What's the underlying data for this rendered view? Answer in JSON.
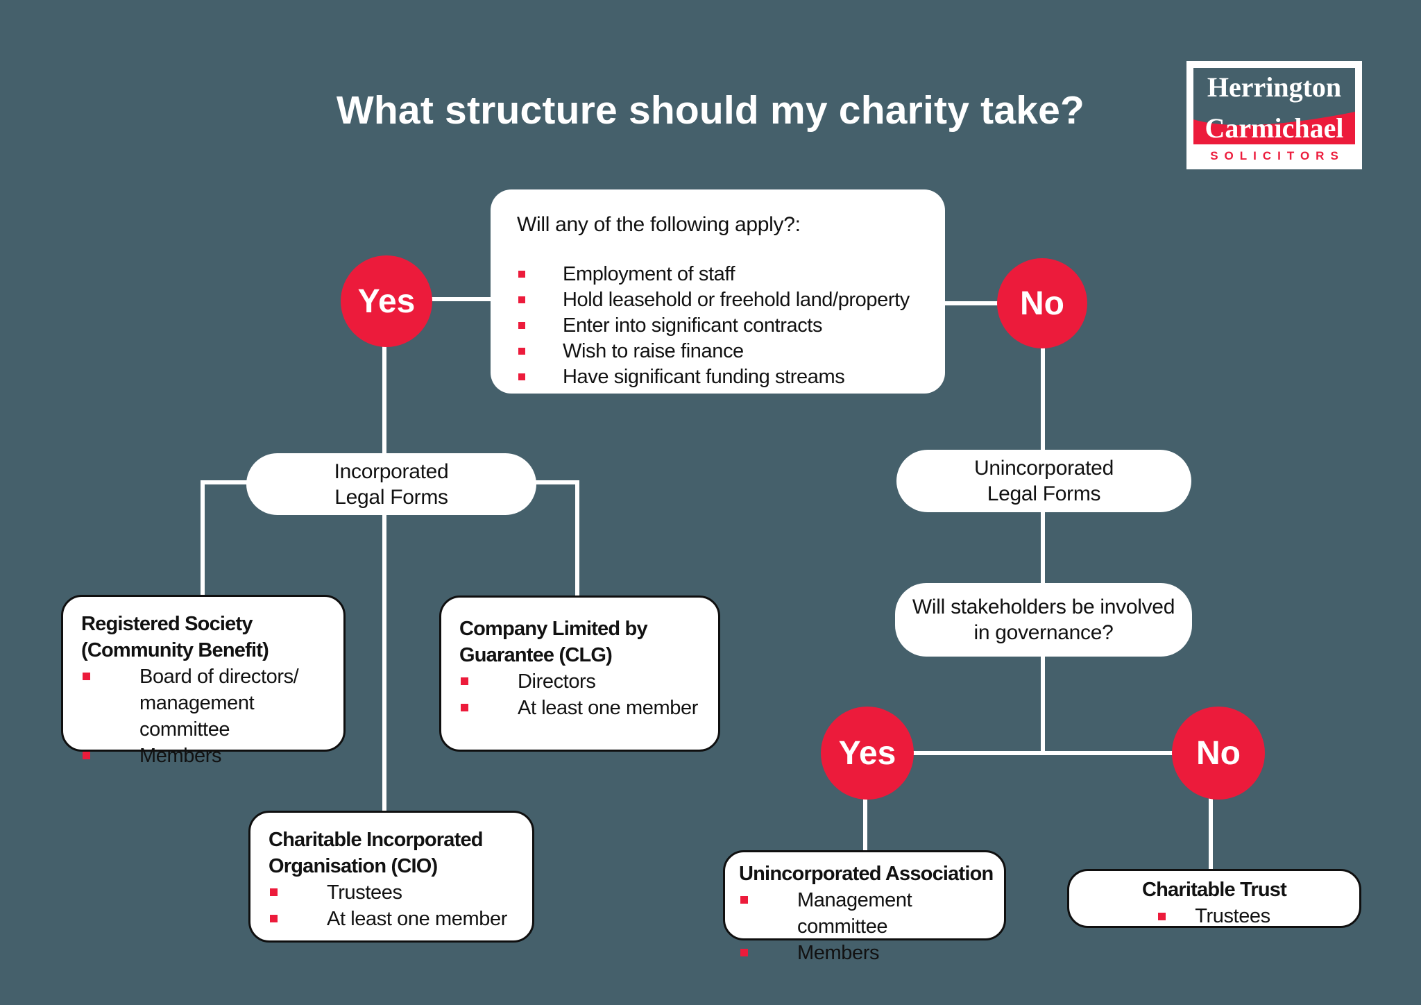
{
  "page": {
    "title": "What structure should my charity take?",
    "colors": {
      "background": "#45606B",
      "accent_red": "#EC1B3B",
      "node_fill": "#FFFFFF",
      "text": "#111111",
      "connector": "#FFFFFF",
      "card_border": "#0F0F0F"
    }
  },
  "logo": {
    "name_top": "Herrington",
    "name_bottom": "Carmichael",
    "tagline": "SOLICITORS"
  },
  "question": {
    "heading": "Will any of the following apply?:",
    "bullets": [
      "Employment of staff",
      "Hold leasehold or freehold land/property",
      "Enter into significant contracts",
      "Wish to raise finance",
      "Have significant funding streams"
    ]
  },
  "decisions": {
    "top_yes": "Yes",
    "top_no": "No",
    "bottom_yes": "Yes",
    "bottom_no": "No"
  },
  "nodes": {
    "incorporated": {
      "label": "Incorporated\nLegal Forms"
    },
    "unincorporated": {
      "label": "Unincorporated\nLegal Forms"
    },
    "stakeholders": {
      "label": "Will stakeholders be involved\nin governance?"
    },
    "registered_society": {
      "title": "Registered Society\n(Community Benefit)",
      "bullets": [
        "Board of directors/\nmanagement committee",
        "Members"
      ]
    },
    "clg": {
      "title": "Company Limited by\nGuarantee (CLG)",
      "bullets": [
        "Directors",
        "At least one member"
      ]
    },
    "cio": {
      "title": "Charitable Incorporated\nOrganisation (CIO)",
      "bullets": [
        "Trustees",
        "At least one member"
      ]
    },
    "unincorporated_association": {
      "title": "Unincorporated Association",
      "bullets": [
        "Management committee",
        "Members"
      ]
    },
    "charitable_trust": {
      "title": "Charitable Trust",
      "bullets": [
        "Trustees"
      ]
    }
  }
}
